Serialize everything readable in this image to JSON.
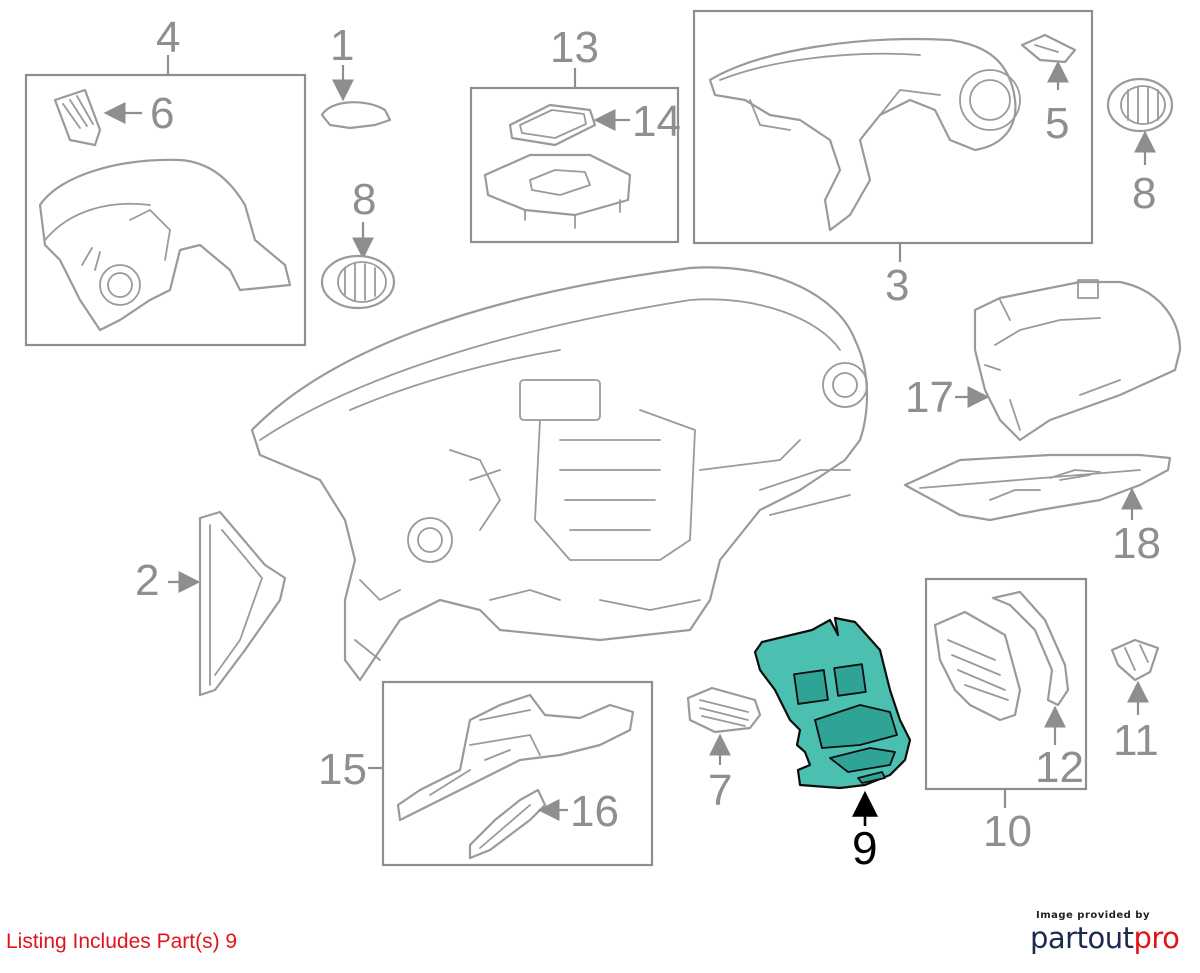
{
  "diagram": {
    "callouts": {
      "c1": "1",
      "c2": "2",
      "c3": "3",
      "c4": "4",
      "c5": "5",
      "c6": "6",
      "c7": "7",
      "c8a": "8",
      "c8b": "8",
      "c9": "9",
      "c10": "10",
      "c11": "11",
      "c12": "12",
      "c13": "13",
      "c14": "14",
      "c15": "15",
      "c16": "16",
      "c17": "17",
      "c18": "18"
    },
    "highlighted_part": "9",
    "colors": {
      "highlight": "#4bbfb0",
      "line": "#9a9a9a",
      "note": "#e0151b",
      "brand": "#1b2a4e"
    }
  },
  "footer": {
    "listing_note": "Listing Includes Part(s) 9",
    "credit_caption": "Image provided by",
    "logo_main": "partout",
    "logo_accent": "pro"
  }
}
